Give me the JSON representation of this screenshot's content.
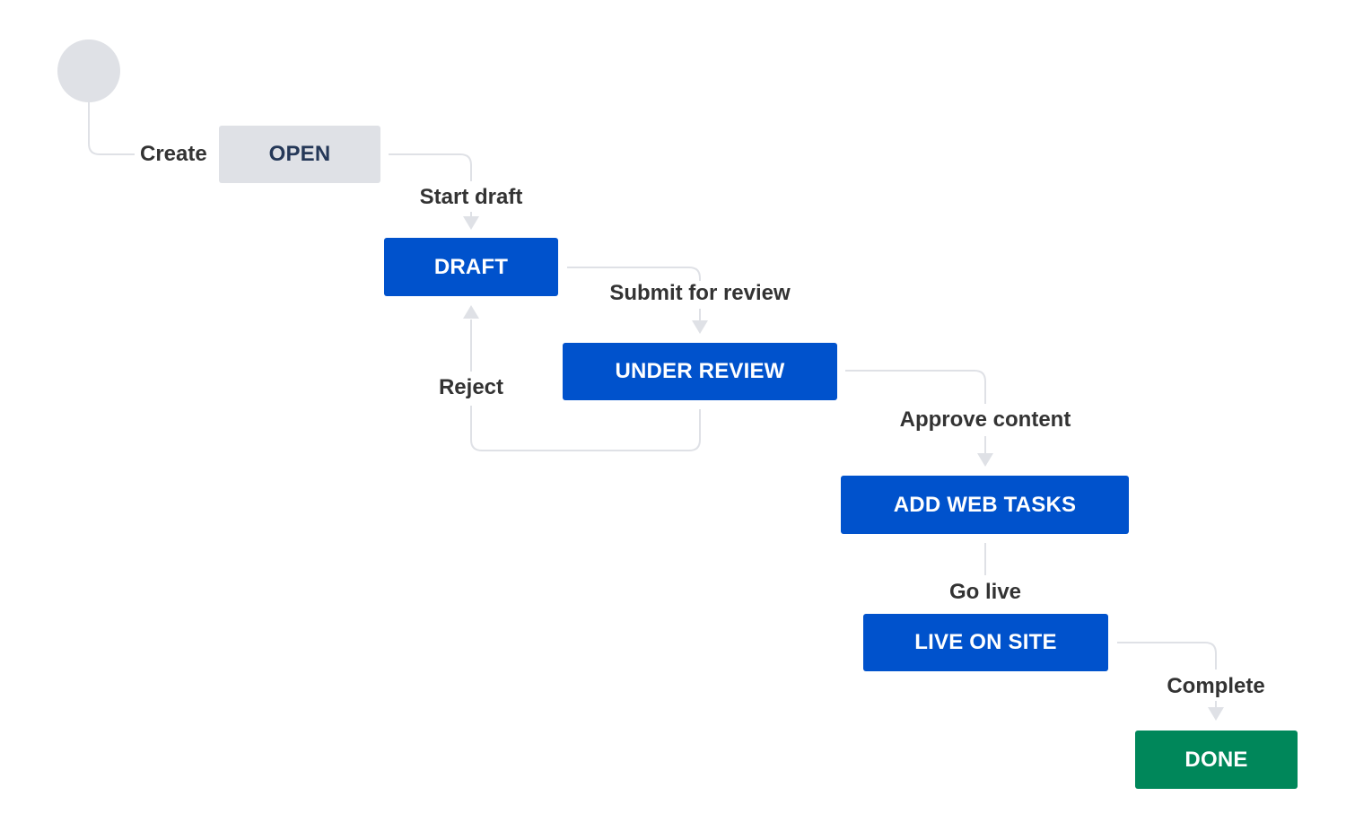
{
  "statuses": {
    "open": "OPEN",
    "draft": "DRAFT",
    "under_review": "UNDER REVIEW",
    "add_web_tasks": "ADD WEB TASKS",
    "live_on_site": "LIVE ON SITE",
    "done": "DONE"
  },
  "transitions": {
    "create": "Create",
    "start_draft": "Start draft",
    "submit_for_review": "Submit for review",
    "reject": "Reject",
    "approve_content": "Approve content",
    "go_live": "Go live",
    "complete": "Complete"
  },
  "colors": {
    "in_progress": "#0052cc",
    "todo": "#dfe1e6",
    "done": "#00875a",
    "connector": "#dfe1e6"
  }
}
